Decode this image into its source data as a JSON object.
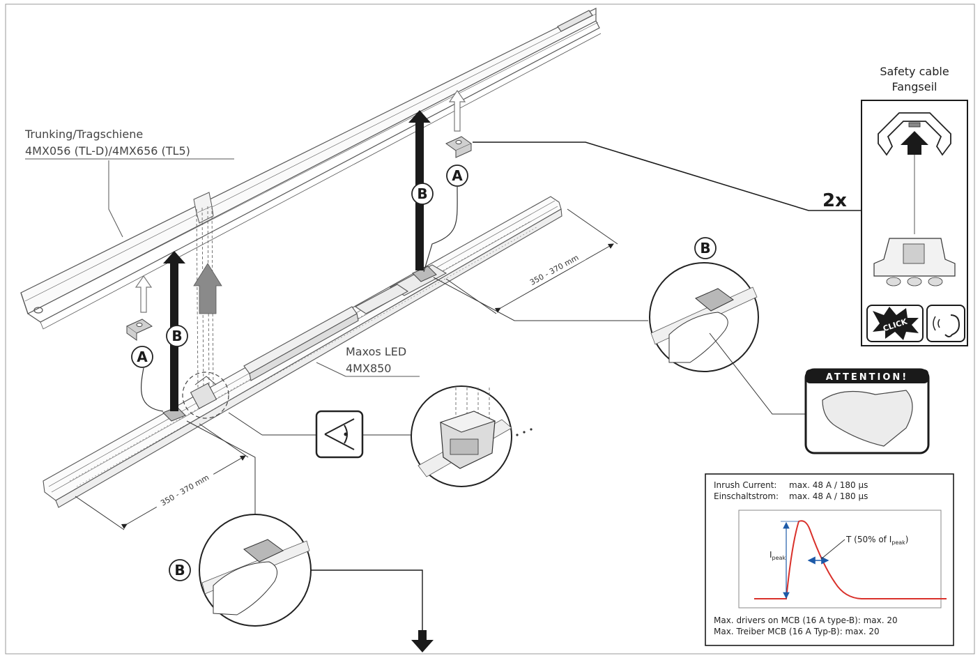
{
  "labels": {
    "trunking_line1": "Trunking/Tragschiene",
    "trunking_line2": "4MX056 (TL-D)/4MX656 (TL5)",
    "luminaire_line1": "Maxos LED",
    "luminaire_line2": "4MX850",
    "dim_top": "350 - 370 mm",
    "dim_bottom": "350 - 370 mm",
    "marker_a": "A",
    "marker_b": "B",
    "multiplier": "2x"
  },
  "safety": {
    "line1": "Safety cable",
    "line2": "Fangseil",
    "click": "CLICK"
  },
  "attention": "ATTENTION!",
  "inrush": {
    "row1_label": "Inrush Current:",
    "row1_value": "max. 48 A / 180 µs",
    "row2_label": "Einschaltstrom:",
    "row2_value": "max. 48 A / 180 µs",
    "peak_label": "I",
    "peak_sub": "peak",
    "t_label_prefix": "T (50% of I",
    "t_label_sub": "peak",
    "t_label_suffix": ")",
    "mcb_line1": "Max. drivers on MCB (16 A type-B): max. 20",
    "mcb_line2": "Max. Treiber MCB (16 A Typ-B): max. 20"
  },
  "colors": {
    "curve": "#d9302a",
    "peak_arrow": "#1d5aa8",
    "frame": "#1a1a1a"
  }
}
